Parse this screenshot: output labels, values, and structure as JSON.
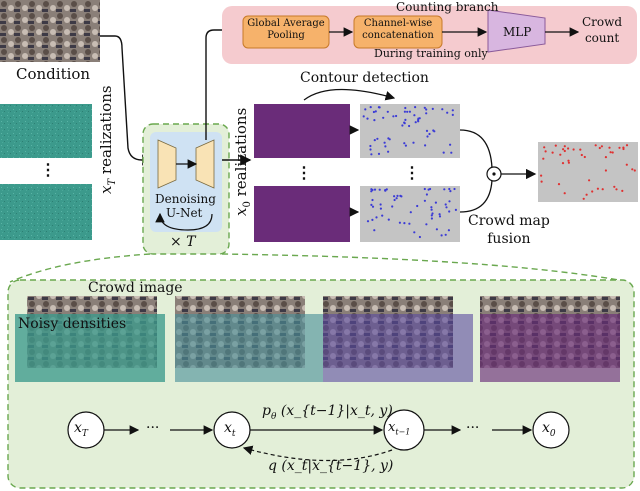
{
  "condition": {
    "label": "Condition"
  },
  "realizations": {
    "xT_label": "x",
    "xT_sub": "T",
    "xT_word": "realizations",
    "x0_label": "x",
    "x0_sub": "0",
    "x0_word": "realizations",
    "ellipsis": "⋮"
  },
  "unet": {
    "line1": "Denoising",
    "line2": "U-Net",
    "times": "× T"
  },
  "counting_branch": {
    "title": "Counting branch",
    "gap_box": "Global Average Pooling",
    "gap_line1": "Global Average",
    "gap_line2": "Pooling",
    "concat_line1": "Channel-wise",
    "concat_line2": "concatenation",
    "mlp": "MLP",
    "output_line1": "Crowd",
    "output_line2": "count",
    "note": "During training only"
  },
  "contour": {
    "label": "Contour detection"
  },
  "fusion": {
    "line1": "Crowd map",
    "line2": "fusion",
    "operator": "⊙"
  },
  "bottom_panel": {
    "crowd_image_label": "Crowd image",
    "noisy_label": "Noisy densities",
    "chain": {
      "nodes": [
        "x",
        "x",
        "x",
        "x"
      ],
      "node_subs": [
        "T",
        "t",
        "t−1",
        "0"
      ],
      "dots": "···",
      "forward_label": "p",
      "forward_sub": "θ",
      "forward_args": "(x",
      "forward_args_full": "(x_{t−1}|x_t, y)",
      "backward_label": "q",
      "backward_args_full": "(x_t|x_{t−1}, y)"
    }
  },
  "colors": {
    "teal_noise": "#3c9a8c",
    "purple": "#6a2c79",
    "gray_map": "#c4c4c4",
    "orange_box": "#f6b26b",
    "pink_panel": "#f5cbcf",
    "green_panel": "#e3efd8",
    "green_dash": "#6aa84f",
    "blue_unet": "#cfe2f3",
    "dot_blue": "#3b3bd6",
    "dot_red": "#e03030"
  }
}
